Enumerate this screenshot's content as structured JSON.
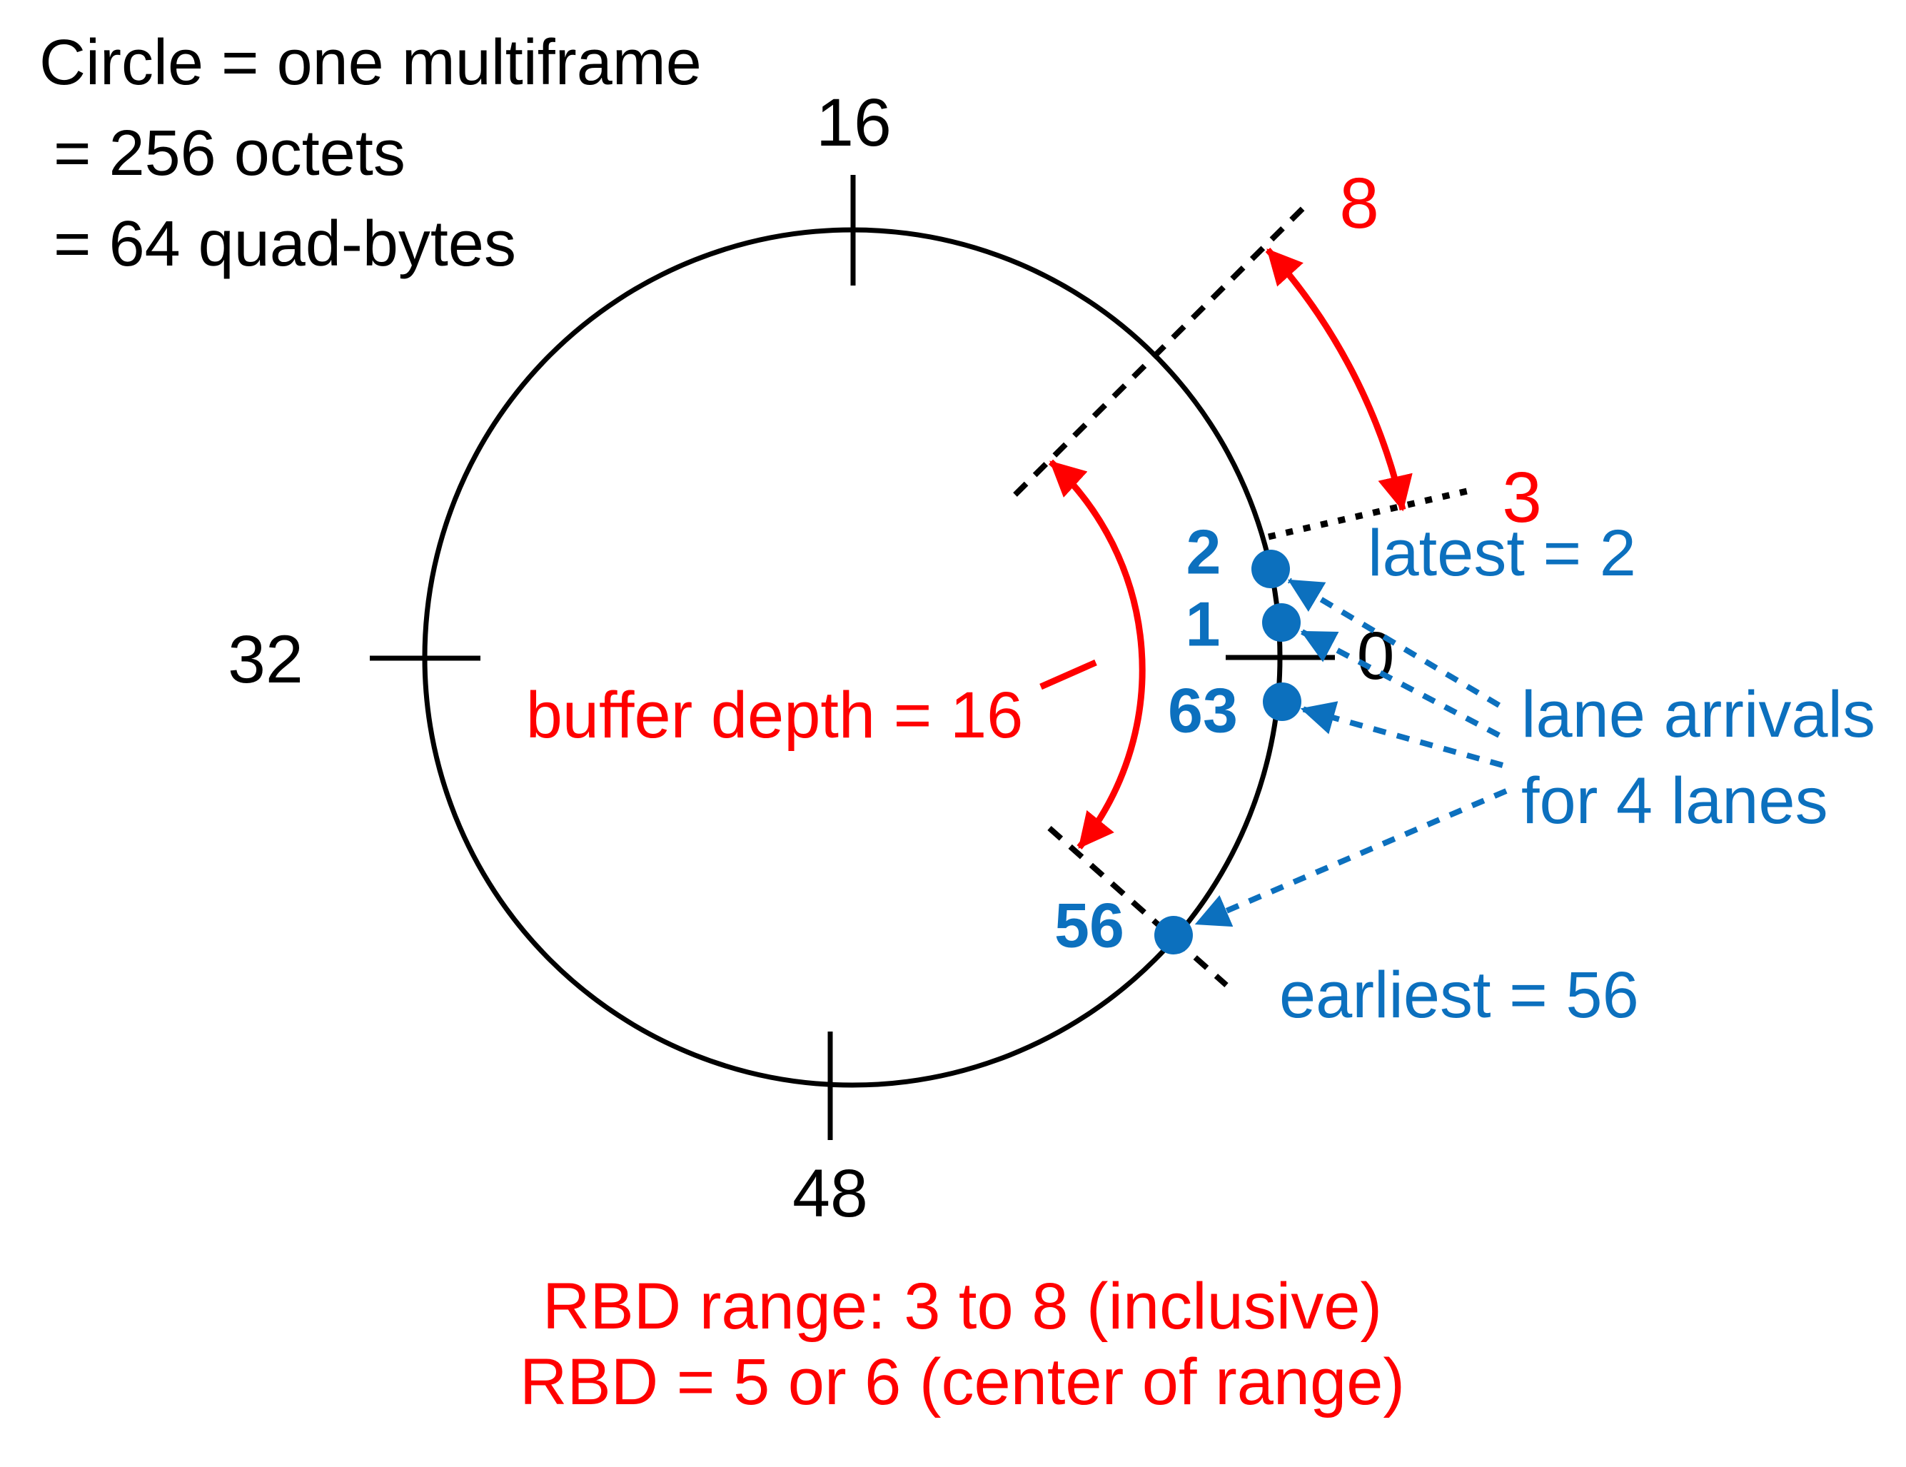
{
  "colors": {
    "black": "#000000",
    "red": "#FF0000",
    "blue": "#0C70BE",
    "background": "#FFFFFF"
  },
  "note": {
    "line1": "Circle = one multiframe",
    "line2": "= 256 octets",
    "line3": "= 64 quad-bytes"
  },
  "ticks": {
    "top": "16",
    "left": "32",
    "bottom": "48",
    "right": "0"
  },
  "rbd": {
    "upper_bound_label": "8",
    "lower_bound_label": "3",
    "buffer_depth_label": "buffer depth = 16",
    "range_text": "RBD range: 3 to 8 (inclusive)",
    "value_text": "RBD = 5 or 6 (center of range)"
  },
  "arrivals": {
    "dots": [
      {
        "label": "2"
      },
      {
        "label": "1"
      },
      {
        "label": "63"
      },
      {
        "label": "56"
      }
    ],
    "latest_text": "latest = 2",
    "earliest_text": "earliest = 56",
    "caption_line1": "lane arrivals",
    "caption_line2": "for 4 lanes"
  }
}
